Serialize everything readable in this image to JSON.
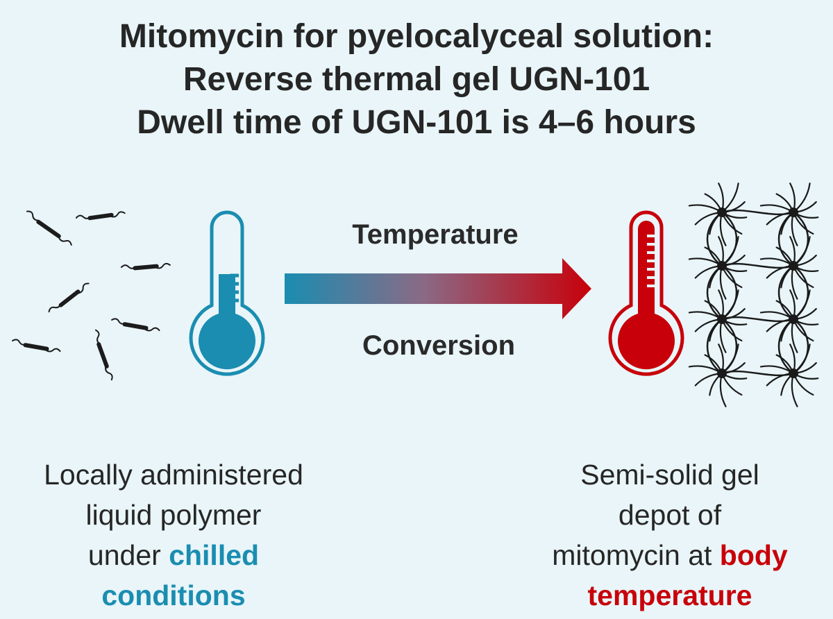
{
  "title": {
    "line1": "Mitomycin for pyelocalyceal solution:",
    "line2": "Reverse thermal gel UGN-101",
    "line3": "Dwell time of UGN-101 is 4–6 hours"
  },
  "arrow": {
    "top_label": "Temperature",
    "bottom_label": "Conversion"
  },
  "left_caption": {
    "line1": "Locally administered",
    "line2": "liquid polymer",
    "line3_prefix": "under ",
    "line3_highlight": "chilled",
    "line4_highlight": "conditions"
  },
  "right_caption": {
    "line1": "Semi-solid gel",
    "line2": "depot of",
    "line3_prefix": "mitomycin at ",
    "line3_highlight": "body",
    "line4_highlight": "temperature"
  },
  "icons": {
    "cold_thermometer": "thermometer-low-icon",
    "hot_thermometer": "thermometer-high-icon",
    "liquid_polymer": "polymer-chain-icon",
    "gel_network": "gel-network-icon"
  },
  "colors": {
    "cold": "#1a8db1",
    "hot": "#c8000a",
    "background": "#e9f5f8"
  }
}
